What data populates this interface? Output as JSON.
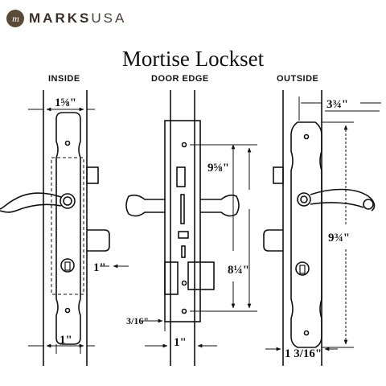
{
  "brand": {
    "logo_text": "m",
    "name_bold": "MARKS",
    "name_light": "USA"
  },
  "title": "Mortise Lockset",
  "views": {
    "inside": "INSIDE",
    "door_edge": "DOOR EDGE",
    "outside": "OUTSIDE"
  },
  "dimensions": {
    "inside_top": "1⅝\"",
    "inside_bottom": "1\"",
    "inside_side": "1\"",
    "edge_upper": "9⅝\"",
    "edge_lower": "8¼\"",
    "edge_faceplate": "3/16\"",
    "edge_bottom": "1\"",
    "outside_top": "3¾\"",
    "outside_side": "9¾\"",
    "outside_bottom": "1 3/16\""
  },
  "colors": {
    "ink": "#111111",
    "brand": "#3a2f28"
  }
}
